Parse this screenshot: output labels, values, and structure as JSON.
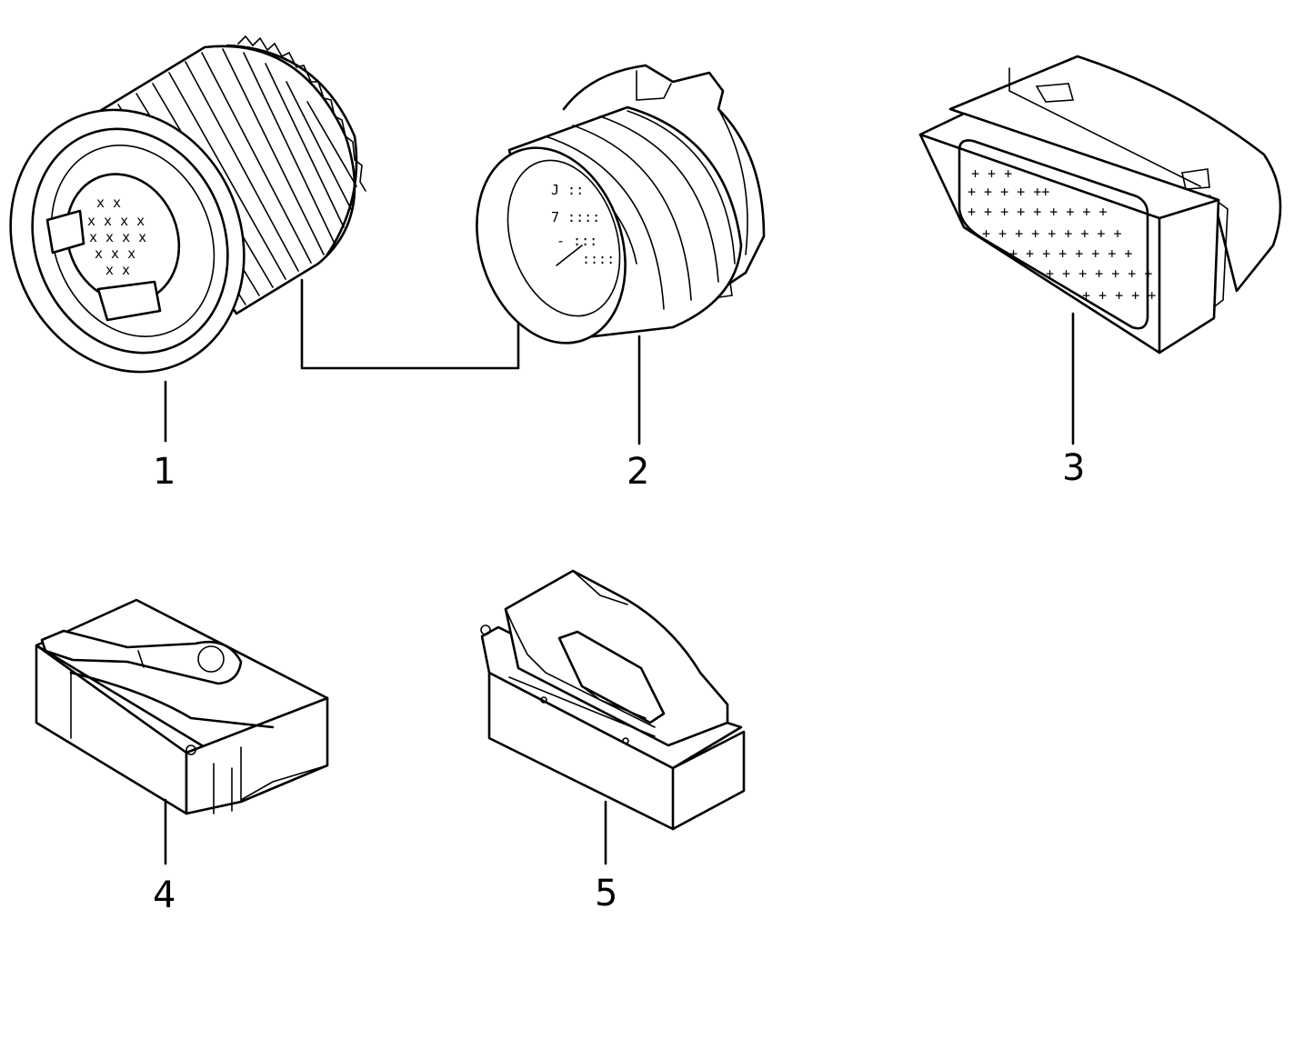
{
  "diagram": {
    "parts": [
      {
        "label": "1"
      },
      {
        "label": "2"
      },
      {
        "label": "3"
      },
      {
        "label": "4"
      },
      {
        "label": "5"
      }
    ]
  }
}
